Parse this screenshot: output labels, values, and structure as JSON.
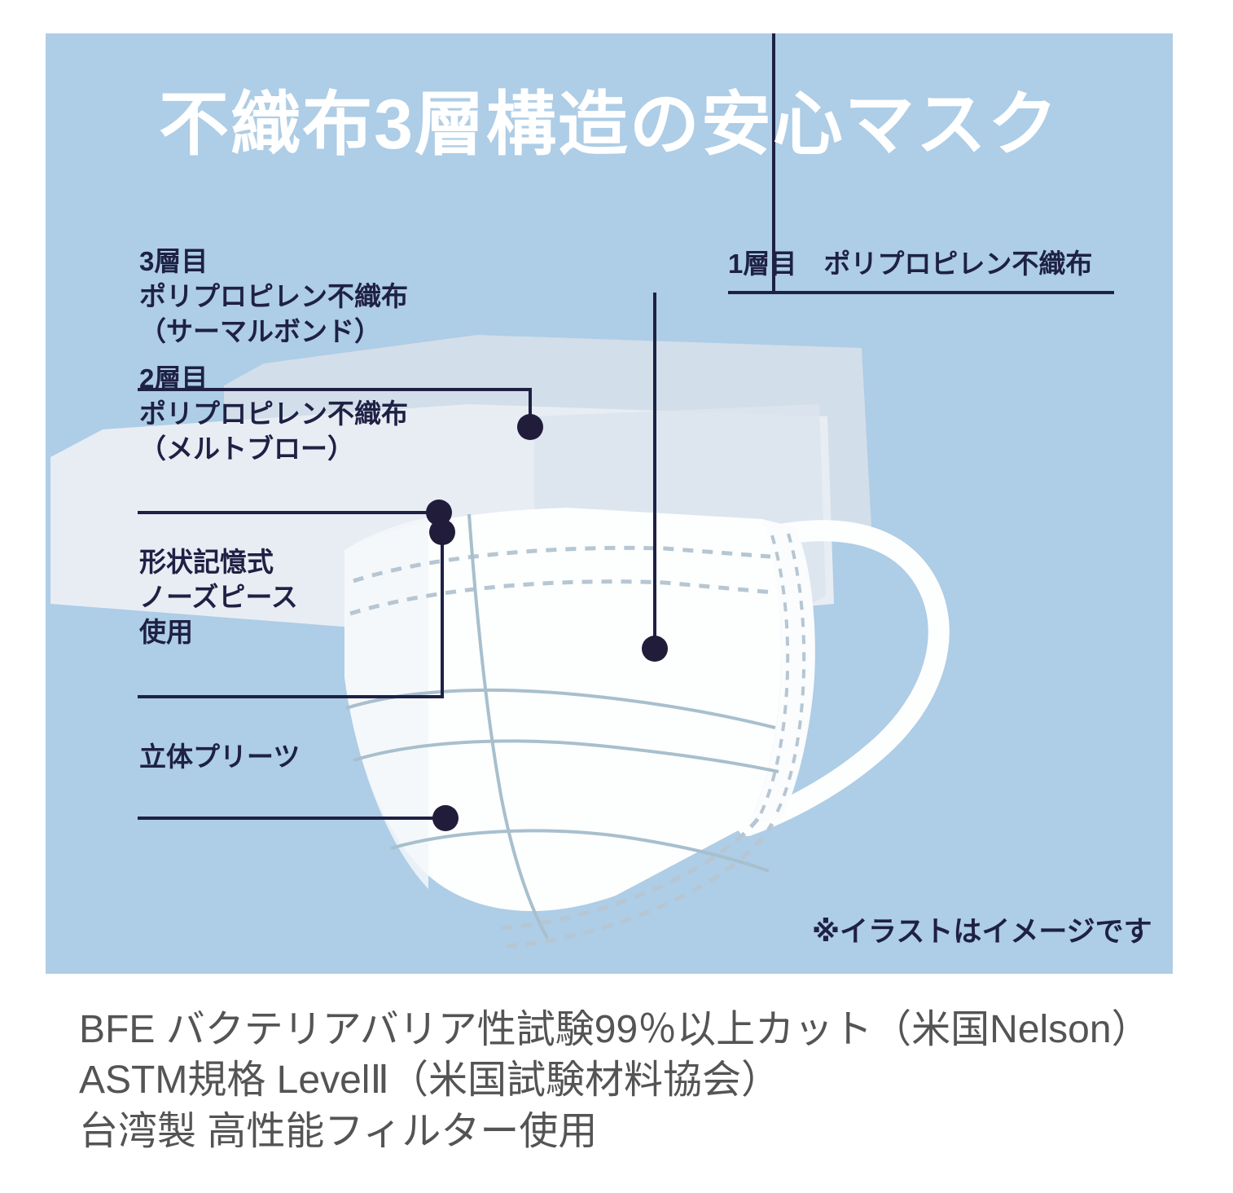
{
  "panel": {
    "background_color": "#aecde6",
    "title": "不織布3層構造の安心マスク",
    "title_color": "#ffffff",
    "disclaimer": "※イラストはイメージです"
  },
  "callouts": {
    "layer3": {
      "text": "3層目\nポリプロピレン不織布\n（サーマルボンド）",
      "name": "layer-3-thermal-bond"
    },
    "layer2": {
      "text": "2層目\nポリプロピレン不織布\n（メルトブロー）",
      "name": "layer-2-melt-blown"
    },
    "layer1": {
      "text": "1層目　ポリプロピレン不織布",
      "name": "layer-1-polypropylene"
    },
    "nosepiece": {
      "text": "形状記憶式\nノーズピース\n使用",
      "name": "shape-memory-nose-piece"
    },
    "pleats": {
      "text": "立体プリーツ",
      "name": "three-dimensional-pleats"
    }
  },
  "specs": {
    "line1": "BFE バクテリアバリア性試験99％以上カット（米国Nelson）",
    "line2": "ASTM規格 LevelⅡ（米国試験材料協会）",
    "line3": "台湾製 高性能フィルター使用",
    "text_color": "#545454"
  },
  "colors": {
    "panel_blue": "#aecde6",
    "label_navy": "#1e2144",
    "dot_navy": "#211c3a",
    "mask_white": "#fdfefe",
    "layer_back": "#d2dee9",
    "layer_mid": "#e8edf4",
    "stitch_gray": "#b6c6d2",
    "pleat_line": "#a8bfcd"
  }
}
